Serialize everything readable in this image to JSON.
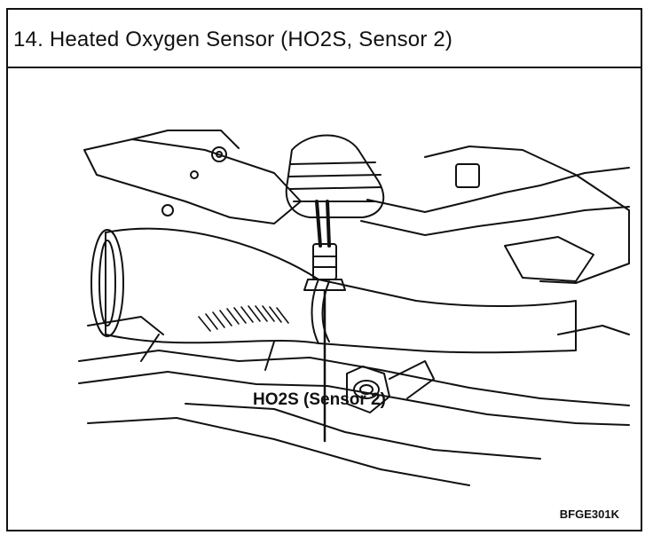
{
  "header": {
    "title": "14.  Heated Oxygen Sensor (HO2S, Sensor 2)"
  },
  "illustration": {
    "callout_label": "HO2S (Sensor 2)",
    "figure_code": "BFGE301K"
  }
}
